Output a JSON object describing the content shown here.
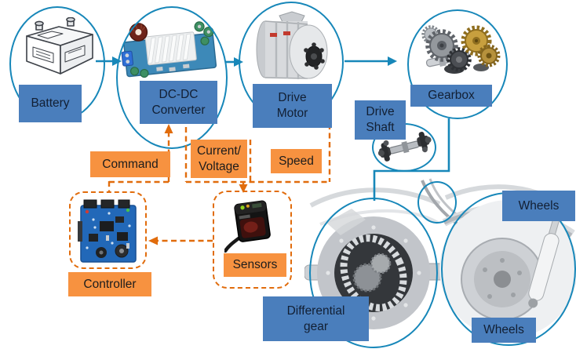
{
  "labels": {
    "battery": "Battery",
    "dcdc_converter": "DC-DC\nConverter",
    "drive_motor": "Drive\nMotor",
    "gearbox": "Gearbox",
    "drive_shaft": "Drive\nShaft",
    "differential_gear": "Differential\ngear",
    "wheels_top": "Wheels",
    "wheels_bottom": "Wheels",
    "controller": "Controller",
    "sensors": "Sensors",
    "command": "Command",
    "current_voltage": "Current/\nVoltage",
    "speed": "Speed"
  },
  "illustrations": {
    "battery": "battery-photo",
    "dcdc_converter": "dcdc-converter-board-photo",
    "drive_motor": "drive-motor-photo",
    "gearbox": "gearbox-gears-photo",
    "drive_shaft": "drive-shaft-photo",
    "controller": "controller-board-photo",
    "sensors": "sensor-device-photo",
    "axle": "rear-axle-differential-wheels-photo"
  },
  "palette": {
    "node_box_blue": "#4a7ebc",
    "node_text_navy": "#121f33",
    "signal_box_orange": "#f79240",
    "signal_line_orange": "#e16c0c",
    "flow_line_blue": "#1787b9"
  }
}
